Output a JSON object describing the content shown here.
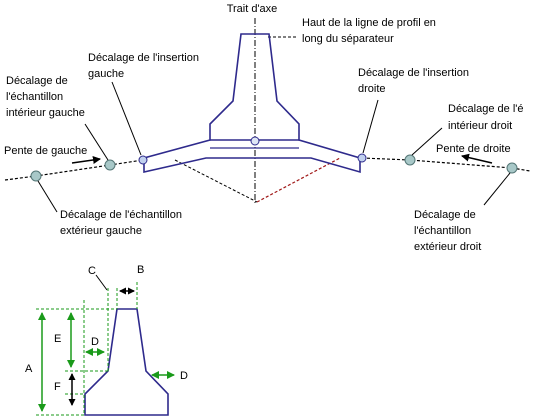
{
  "labels": {
    "trait_axe": "Trait d'axe",
    "haut_line1": "Haut de la ligne de profil en",
    "haut_line2": "long du séparateur",
    "dec_ins_gauche_1": "Décalage de l'insertion",
    "dec_ins_gauche_2": "gauche",
    "dec_ins_droite_1": "Décalage de l'insertion",
    "dec_ins_droite_2": "droite",
    "dec_ech_int_g_1": "Décalage de",
    "dec_ech_int_g_2": "l'échantillon",
    "dec_ech_int_g_3": "intérieur gauche",
    "dec_ech_int_d_1": "Décalage de l'é",
    "dec_ech_int_d_2": "intérieur droit",
    "pente_gauche": "Pente de gauche",
    "pente_droite": "Pente de droite",
    "dec_ech_ext_g_1": "Décalage de l'échantillon",
    "dec_ech_ext_g_2": "extérieur gauche",
    "dec_ech_ext_d_1": "Décalage de",
    "dec_ech_ext_d_2": "l'échantillon",
    "dec_ech_ext_d_3": "extérieur droit",
    "dim_a": "A",
    "dim_b": "B",
    "dim_c": "C",
    "dim_d_left": "D",
    "dim_d_right": "D",
    "dim_e": "E",
    "dim_f": "F"
  },
  "colors": {
    "barrier": "#2e2a8c",
    "dimension": "#1a9a1a",
    "subgrade_left": "#000000",
    "subgrade_right": "#a01818",
    "sample_dot_fill": "#a8c8c8",
    "text": "#000000"
  }
}
